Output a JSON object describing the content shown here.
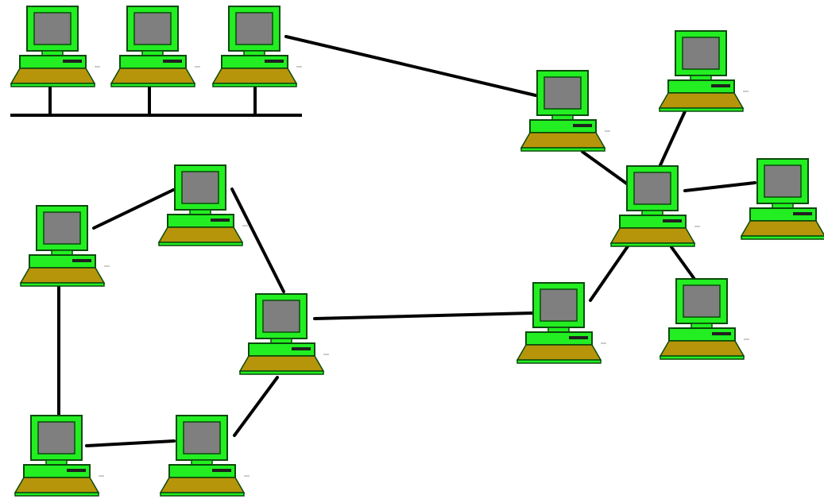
{
  "diagram": {
    "type": "network-topology",
    "colors": {
      "background": "#ffffff",
      "line": "#000000",
      "computer_case": "#22ee22",
      "computer_outline": "#0b4a0b",
      "screen": "#7f7f7f",
      "keyboard": "#b7950b",
      "drive_slot": "#202020"
    },
    "node_icon": "desktop-computer-icon",
    "groups": [
      {
        "id": "bus",
        "topology": "bus",
        "nodes": [
          "b1",
          "b2",
          "b3"
        ]
      },
      {
        "id": "ring",
        "topology": "ring",
        "nodes": [
          "r1",
          "r2",
          "r3",
          "r4",
          "r5"
        ]
      },
      {
        "id": "star",
        "topology": "star",
        "hub": "s0",
        "nodes": [
          "s1",
          "s2",
          "s3",
          "s4",
          "s5"
        ]
      }
    ],
    "links": [
      [
        "b3",
        "s1"
      ],
      [
        "r3",
        "s4"
      ],
      [
        "r1",
        "r2"
      ],
      [
        "r2",
        "r3"
      ],
      [
        "r3",
        "r4"
      ],
      [
        "r4",
        "r5"
      ],
      [
        "r5",
        "r1"
      ],
      [
        "s0",
        "s1"
      ],
      [
        "s0",
        "s2"
      ],
      [
        "s0",
        "s3"
      ],
      [
        "s0",
        "s4"
      ],
      [
        "s0",
        "s5"
      ]
    ]
  }
}
